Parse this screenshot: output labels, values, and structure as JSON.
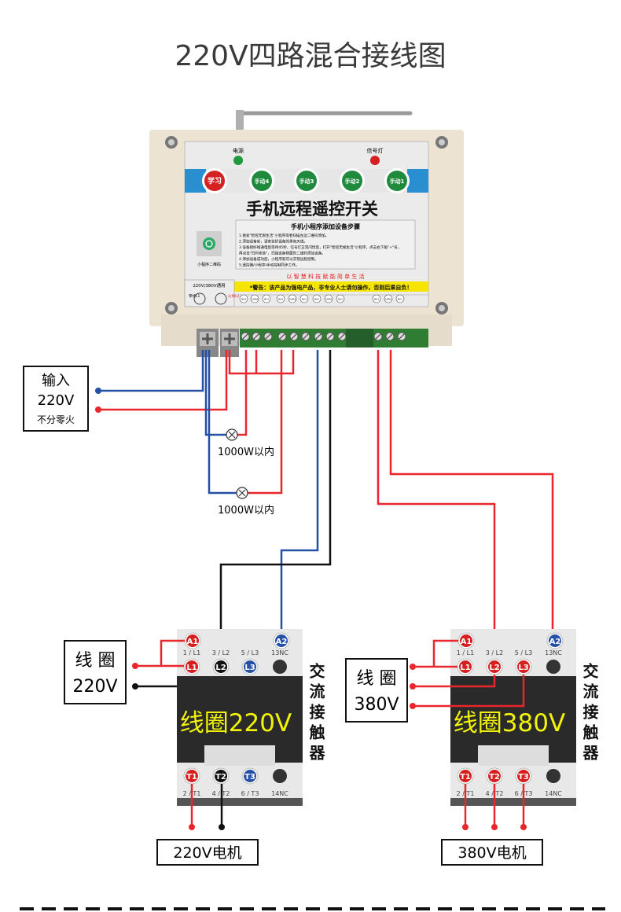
{
  "title": "220V四路混合接线图",
  "device": {
    "power_led_label": "电源",
    "signal_led_label": "信号灯",
    "buttons": [
      "学习",
      "手动4",
      "手动3",
      "手动2",
      "手动1"
    ],
    "name": "手机远程遥控开关",
    "qr_label": "小程序二维码",
    "steps_title": "手机小程序添加设备步骤",
    "steps": [
      "1.搜索\"智控无限生活\"小程序或者扫描左边二维码添加。",
      "2.添加设备前，请安装好设备的黑色天线。",
      "3.设备接好线通电后等待45秒，信号灯正常闪烁后，打开\"智控无线生活\"小程序，点击右下角\"+\"号，",
      "   再点击\"扫码安装\"，扫描设备侧面的二维码添加设备。",
      "4.添加设备成功后，小程序就可以实现远程控制。",
      "5.遥控器/小程序/手动控制同步工作。"
    ],
    "slogan": "以 智 慧 科 技 赋 能 简 单 生 活",
    "warning": "*警告：该产品为强电产品，非专业人士请勿操作，否则后果自负！",
    "voltage_label": "220V/380V通用",
    "neutral_label": "零线L1",
    "live_label": "火线L2",
    "terminal_labels": [
      "NO4",
      "COM4",
      "NC4",
      "NO3",
      "COM3",
      "NC3",
      "NO2",
      "COM2",
      "NC2",
      "NO1",
      "COM1",
      "NC1"
    ]
  },
  "input": {
    "line1": "输入",
    "line2": "220V",
    "line3": "不分零火"
  },
  "lamps": [
    {
      "label": "1000W以内"
    },
    {
      "label": "1000W以内"
    }
  ],
  "contactors": [
    {
      "coil_box_line1": "线 圈",
      "coil_box_line2": "220V",
      "coil_text": "线圈220V",
      "side_text": "交流接触器",
      "motor": "220V电机",
      "top": [
        "A1",
        "A2"
      ],
      "line": [
        "L1",
        "L2",
        "L3"
      ],
      "load": [
        "T1",
        "T2",
        "T3"
      ],
      "top_labels": [
        "1 / L1",
        "3 / L2",
        "5 / L3",
        "13NC"
      ],
      "bottom_labels": [
        "2 / T1",
        "4 / T2",
        "6 / T3",
        "14NC"
      ]
    },
    {
      "coil_box_line1": "线 圈",
      "coil_box_line2": "380V",
      "coil_text": "线圈380V",
      "side_text": "交流接触器",
      "motor": "380V电机",
      "top": [
        "A1",
        "A2"
      ],
      "line": [
        "L1",
        "L2",
        "L3"
      ],
      "load": [
        "T1",
        "T2",
        "T3"
      ],
      "top_labels": [
        "1 / L1",
        "3 / L2",
        "5 / L3",
        "13NC"
      ],
      "bottom_labels": [
        "2 / T1",
        "4 / T2",
        "6 / T3",
        "14NC"
      ]
    }
  ],
  "colors": {
    "live": "#e8262b",
    "neutral": "#2450a8",
    "black": "#111111",
    "panel_blue": "#2a8fd0",
    "button_green": "#1f8a3c",
    "warning_yellow": "#f5e500",
    "coil_text": "#f2f20a"
  },
  "icons": {
    "lamp": "lamp-x-circle-icon",
    "screw": "screw-terminal-icon",
    "antenna": "antenna-icon"
  }
}
